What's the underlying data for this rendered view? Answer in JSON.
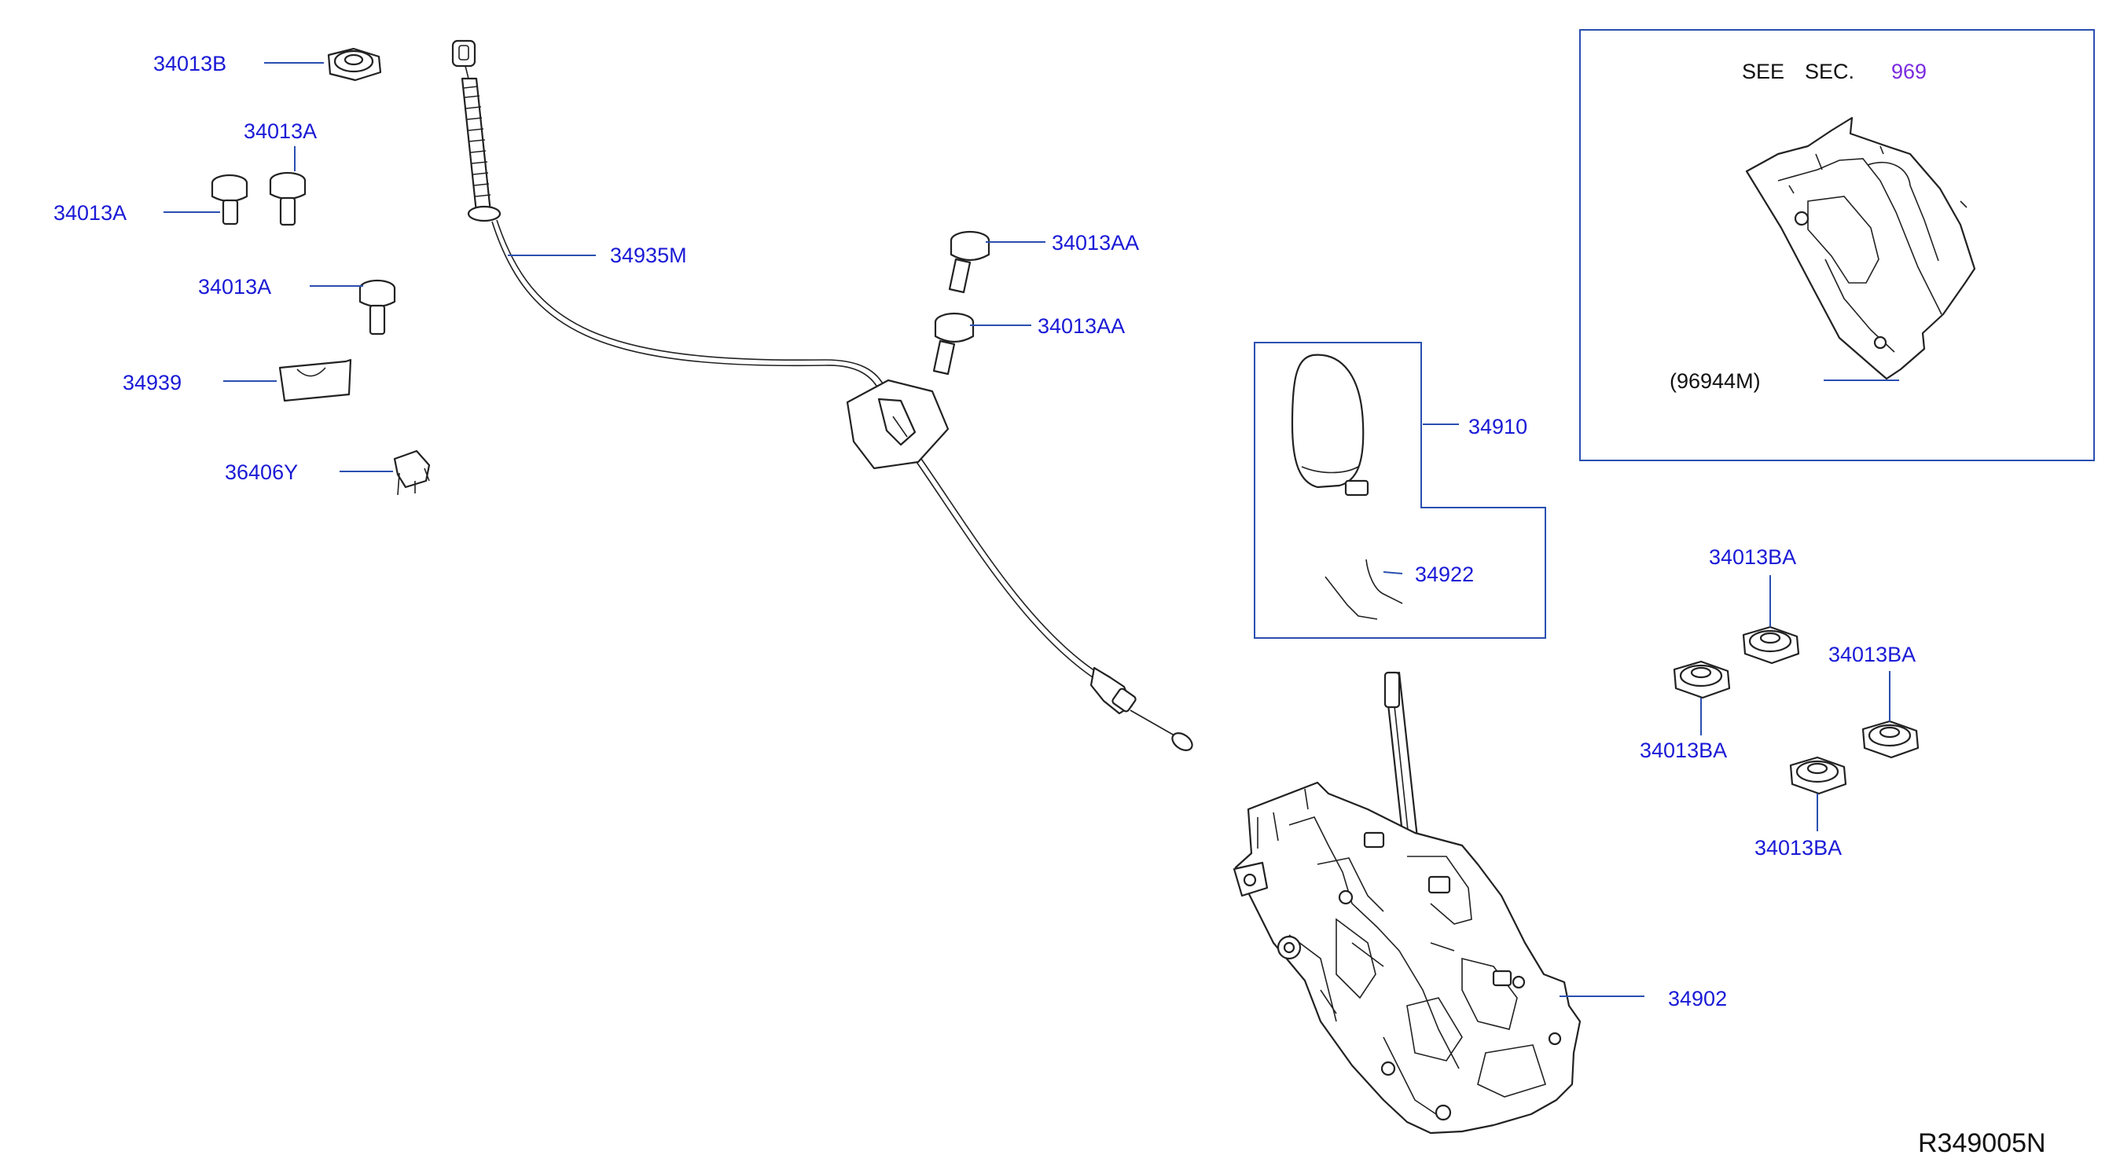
{
  "diagram_ref": "R349005N",
  "see_section": {
    "see": "SEE",
    "sec": "SEC.",
    "number": "969",
    "part": "(96944M)"
  },
  "labels": {
    "nut_34013B": "34013B",
    "bolt_34013A_top": "34013A",
    "bolt_34013A_left": "34013A",
    "bolt_34013A_mid": "34013A",
    "bracket_34939": "34939",
    "clip_36406Y": "36406Y",
    "cable_34935M": "34935M",
    "bolt_34013AA_1": "34013AA",
    "bolt_34013AA_2": "34013AA",
    "knob_34910": "34910",
    "boot_34922": "34922",
    "shifter_34902": "34902",
    "nut_34013BA_1": "34013BA",
    "nut_34013BA_2": "34013BA",
    "nut_34013BA_3": "34013BA",
    "nut_34013BA_4": "34013BA"
  },
  "colors": {
    "label": "#1a1ad6",
    "leader": "#2a4fb0",
    "section_number": "#7b2be0",
    "line_art": "#222222"
  }
}
